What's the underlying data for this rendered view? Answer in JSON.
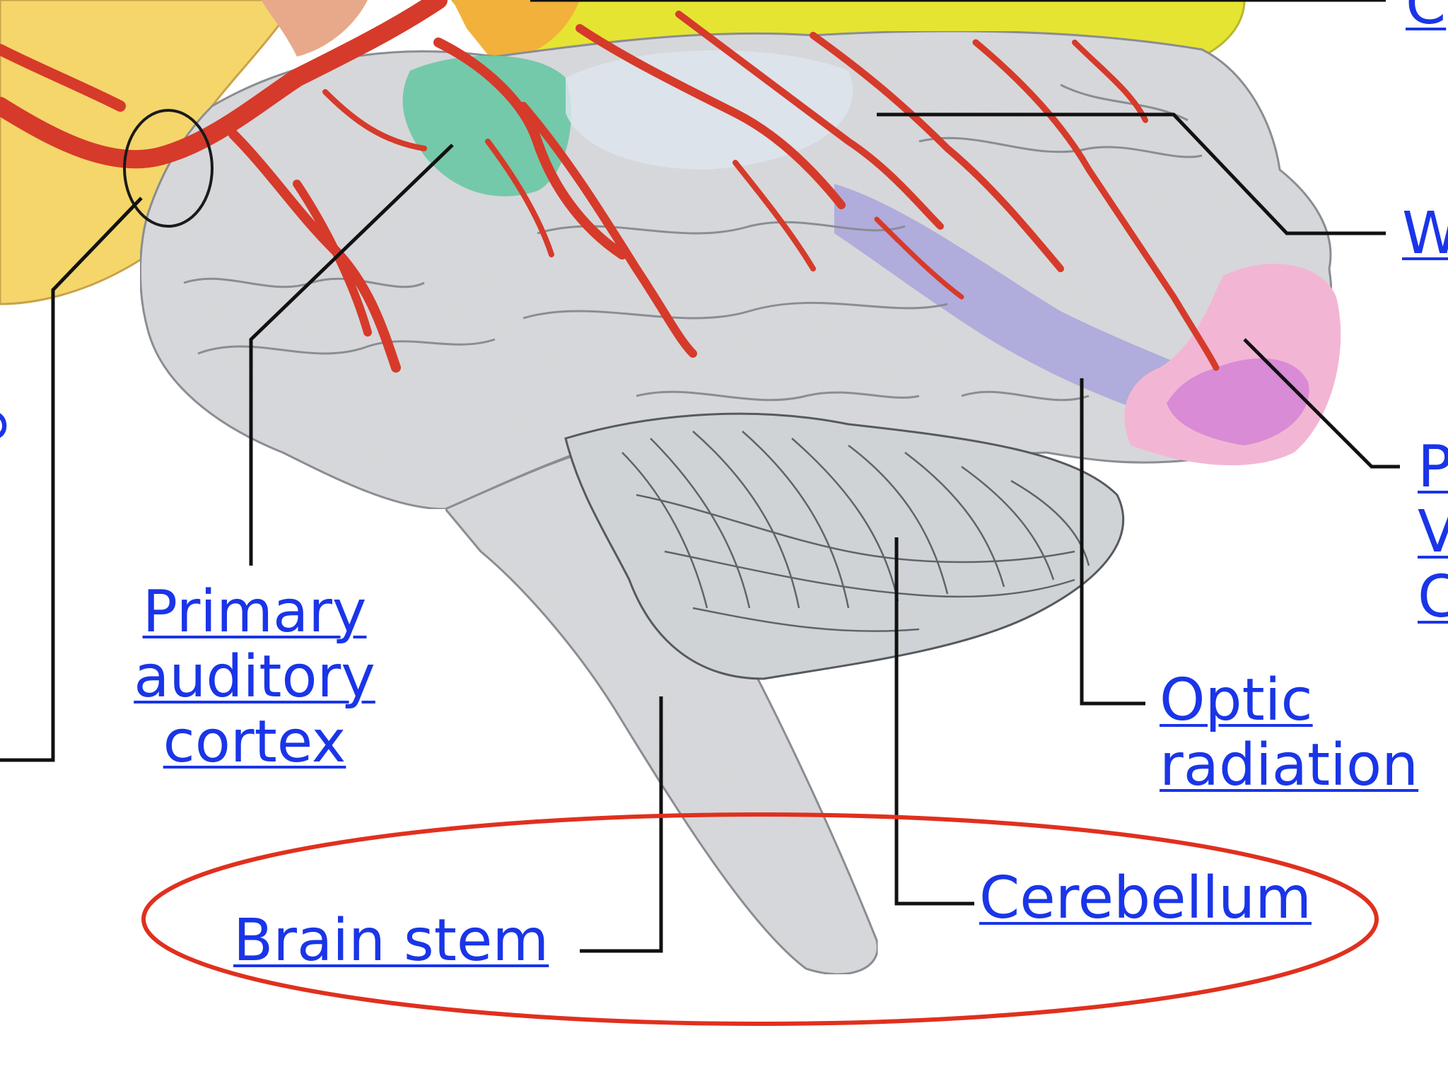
{
  "diagram": {
    "labels": {
      "primary_auditory_cortex": [
        "Primary",
        "auditory",
        "cortex"
      ],
      "optic_radiation": [
        "Optic",
        "radiation"
      ],
      "brain_stem": "Brain stem",
      "cerebellum": "Cerebellum",
      "edge_left": "e",
      "edge_top_right": "C",
      "edge_right_mid": "W",
      "edge_right_low": [
        "P",
        "V",
        "C"
      ]
    },
    "colors": {
      "link": "#1a35e8",
      "leader_line": "#111111",
      "highlight_ellipse": "#e0301e",
      "artery": "#d63a2a",
      "brain_gray": "#d9dadd",
      "auditory_cortex": "#6fc8a8",
      "visual_cortex": "#d98bd6",
      "optic_radiation": "#a9a4dc",
      "temporal_lobe": "#f5d66a",
      "parietal_lobe": "#e6e432"
    }
  }
}
